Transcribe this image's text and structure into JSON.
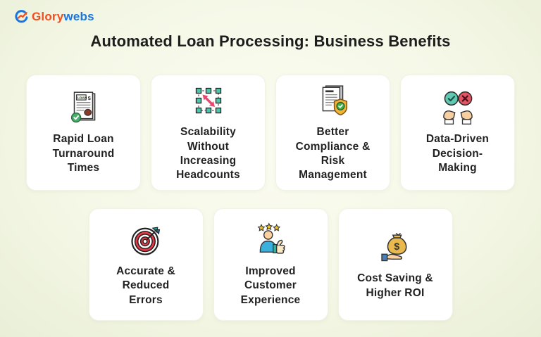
{
  "logo": {
    "icon": "glorywebs-logo-icon",
    "part1": "Glory",
    "part2": "webs",
    "part1_color": "#f04e23",
    "part2_color": "#1b74e0"
  },
  "title": "Automated Loan Processing: Business Benefits",
  "colors": {
    "background_center": "#fbfcf1",
    "background_edge": "#e9efd7",
    "card_background": "#ffffff",
    "text": "#222222",
    "icon_teal": "#4ec6ad",
    "icon_pink": "#e8476f",
    "icon_red": "#e63946",
    "icon_gold": "#f2b53a",
    "icon_green": "#4caf6e",
    "icon_blue": "#3bb0dc",
    "icon_skin": "#f5cfa0"
  },
  "rows": [
    {
      "cards": [
        {
          "icon": "loan-document-icon",
          "label": "Rapid Loan\nTurnaround\nTimes"
        },
        {
          "icon": "scalability-icon",
          "label": "Scalability\nWithout\nIncreasing\nHeadcounts"
        },
        {
          "icon": "compliance-shield-icon",
          "label": "Better\nCompliance &\nRisk\nManagement"
        },
        {
          "icon": "decision-hands-icon",
          "label": "Data-Driven\nDecision-\nMaking"
        }
      ]
    },
    {
      "cards": [
        {
          "icon": "target-dart-icon",
          "label": "Accurate &\nReduced\nErrors"
        },
        {
          "icon": "customer-thumbs-up-icon",
          "label": "Improved\nCustomer\nExperience"
        },
        {
          "icon": "money-bag-hand-icon",
          "label": "Cost Saving &\nHigher ROI"
        }
      ]
    }
  ]
}
